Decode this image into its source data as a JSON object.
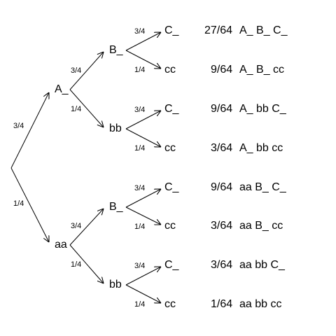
{
  "tree": {
    "levels": [
      {
        "level": 1,
        "nodes": [
          "A_",
          "aa"
        ],
        "probabilities": [
          "3/4",
          "1/4"
        ]
      },
      {
        "level": 2,
        "nodes": [
          "B_",
          "bb",
          "B_",
          "bb"
        ],
        "probabilities": [
          "3/4",
          "1/4",
          "3/4",
          "1/4"
        ]
      },
      {
        "level": 3,
        "nodes": [
          "C_",
          "cc",
          "C_",
          "cc",
          "C_",
          "cc",
          "C_",
          "cc"
        ],
        "probabilities": [
          "3/4",
          "1/4",
          "3/4",
          "1/4",
          "3/4",
          "1/4",
          "3/4",
          "1/4"
        ]
      }
    ],
    "outcomes": [
      {
        "probability": "27/64",
        "genotype": "A_ B_ C_"
      },
      {
        "probability": "9/64",
        "genotype": "A_ B_ cc"
      },
      {
        "probability": "9/64",
        "genotype": "A_ bb C_"
      },
      {
        "probability": "3/64",
        "genotype": "A_ bb cc"
      },
      {
        "probability": "9/64",
        "genotype": "aa B_ C_"
      },
      {
        "probability": "3/64",
        "genotype": "aa B_ cc"
      },
      {
        "probability": "3/64",
        "genotype": "aa bb C_"
      },
      {
        "probability": "1/64",
        "genotype": "aa bb cc"
      }
    ]
  },
  "colors": {
    "line": "#000000",
    "text": "#000000",
    "background": "#ffffff"
  }
}
